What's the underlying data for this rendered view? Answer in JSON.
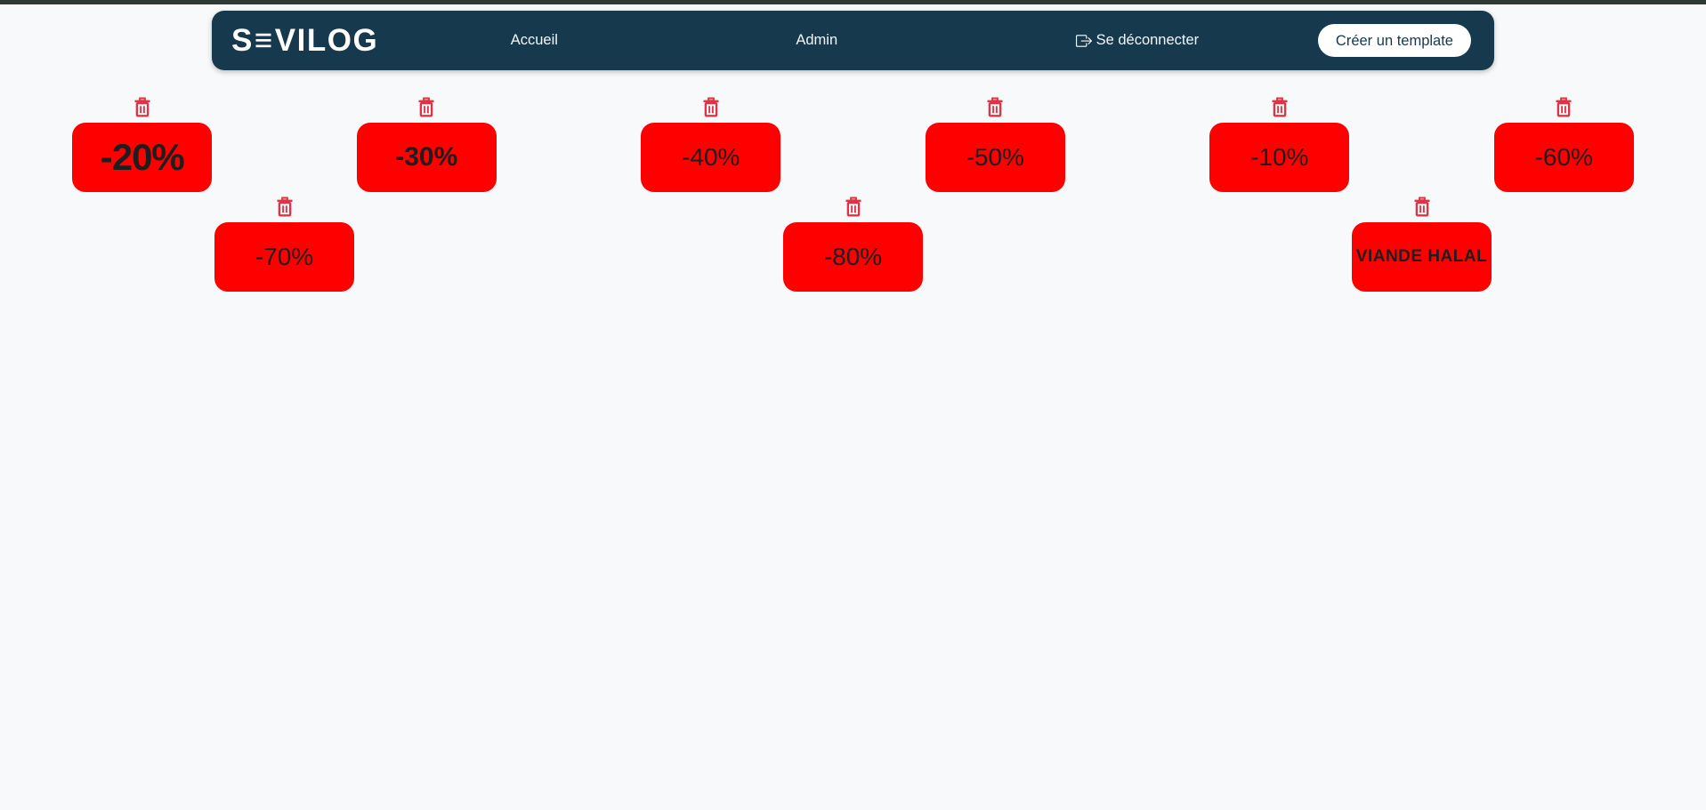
{
  "colors": {
    "page_bg": "#f8f9fa",
    "topbar_bg": "#2e3a33",
    "navbar_bg": "#17394d",
    "nav_text": "#f3f6f8",
    "tile_bg": "#ff0000",
    "tile_text": "#1e1e1e",
    "danger": "#dc3545"
  },
  "navbar": {
    "logo": {
      "part1": "S",
      "part2": "≡",
      "part3": "VILOG"
    },
    "links": [
      {
        "label": "Accueil"
      },
      {
        "label": "Admin"
      }
    ],
    "logout_label": "Se déconnecter",
    "logout_icon": "box-arrow-right-icon",
    "create_button_label": "Créer un template"
  },
  "grid": {
    "delete_icon": "trash-icon",
    "tiles": [
      {
        "label": "-20%",
        "style": "xl-bold"
      },
      {
        "label": "-30%",
        "style": "lg-bold"
      },
      {
        "label": "-40%",
        "style": "lg"
      },
      {
        "label": "-50%",
        "style": "lg"
      },
      {
        "label": "-10%",
        "style": "lg"
      },
      {
        "label": "-60%",
        "style": "lg"
      },
      {
        "label": "-70%",
        "style": "lg"
      },
      {
        "label": "-80%",
        "style": "lg"
      },
      {
        "label": "VIANDE HALAL",
        "style": "sm-bold"
      }
    ]
  }
}
